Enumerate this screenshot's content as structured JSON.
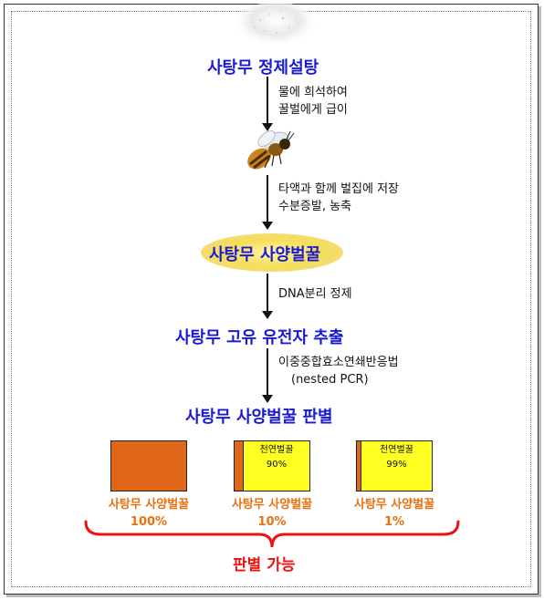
{
  "steps": {
    "s1": "사탕무 정제설탕",
    "s2": "사탕무 사양벌꿀",
    "s3": "사탕무 고유 유전자 추출",
    "s4": "사탕무 사양벌꿀 판별"
  },
  "notes": {
    "n1_line1": "물에 희석하여",
    "n1_line2": "꿀벌에게 급이",
    "n2_line1": "타액과 함께 벌집에 저장",
    "n2_line2": "수분증발, 농축",
    "n3_line1": "DNA분리 정제",
    "n4_line1": "이중중합효소연쇄반응법",
    "n4_line2": "(nested PCR)"
  },
  "samples": [
    {
      "label": "",
      "pct": "",
      "name": "사탕무 사양벌꿀",
      "value": "100%"
    },
    {
      "label": "천연벌꿀",
      "pct": "90%",
      "name": "사탕무 사양벌꿀",
      "value": "10%"
    },
    {
      "label": "천연벌꿀",
      "pct": "99%",
      "name": "사탕무 사양벌꿀",
      "value": "1%"
    }
  ],
  "verdict": "판별 가능",
  "colors": {
    "step_blue": "#1a1ad4",
    "orange": "#e0661a",
    "yellow": "#ffff22",
    "red": "#ee1111",
    "result_orange": "#e8700f"
  },
  "icons": [
    "sugar-powder-image",
    "honeybee-image",
    "honey-drop-image"
  ]
}
